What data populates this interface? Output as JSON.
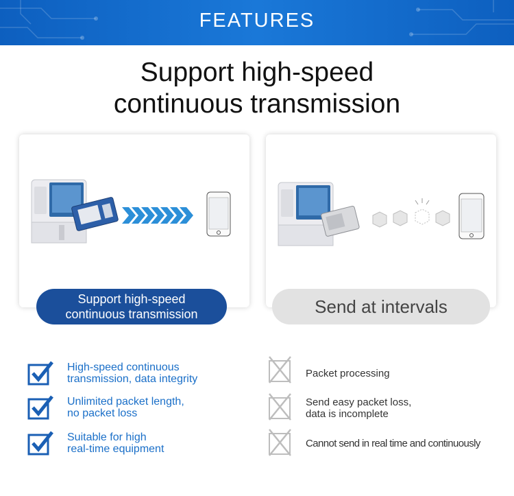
{
  "banner": {
    "title": "FEATURES"
  },
  "headline": {
    "line1": "Support high-speed",
    "line2": "continuous transmission"
  },
  "cards": {
    "left": {
      "pill_line1": "Support high-speed",
      "pill_line2": "continuous transmission"
    },
    "right": {
      "pill": "Send at intervals"
    }
  },
  "advantages": [
    {
      "line1": "High-speed continuous",
      "line2": "transmission, data integrity"
    },
    {
      "line1": "Unlimited packet length,",
      "line2": "no packet loss"
    },
    {
      "line1": "Suitable for high",
      "line2": "real-time equipment"
    }
  ],
  "disadvantages": [
    {
      "line1": "Packet processing",
      "line2": ""
    },
    {
      "line1": "Send easy packet loss,",
      "line2": "data is incomplete"
    },
    {
      "line1": "Cannot send in real time and continuously",
      "line2": ""
    }
  ],
  "colors": {
    "brand_blue": "#1b4f9b",
    "check_blue": "#1a5fb4",
    "pill_gray": "#e2e2e2",
    "cross_gray": "#bdbdbd"
  },
  "icons": {
    "advantage": "checkbox-checked-icon",
    "disadvantage": "checkbox-crossed-icon",
    "arrows": "chevron-right-icon",
    "packets": "cube-icon",
    "phone": "smartphone-icon"
  }
}
